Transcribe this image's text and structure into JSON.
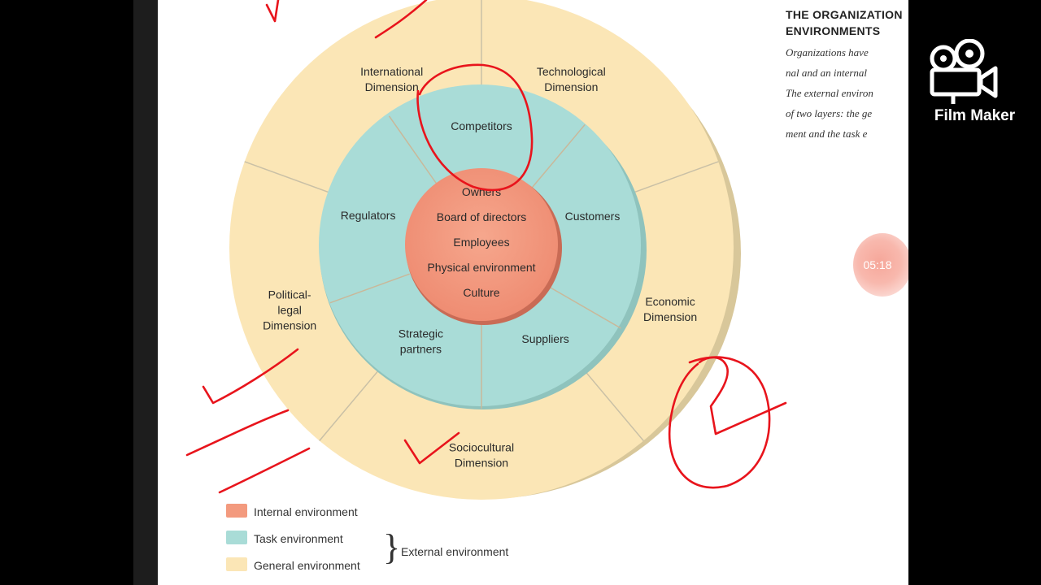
{
  "sidebar": {
    "heading": "THE ORGANIZATION\nENVIRONMENTS",
    "body": "Organizations have\nnal and an internal\nThe external environ\nof two layers: the ge\nment and the task e"
  },
  "diagram": {
    "general_segments": [
      {
        "label": "International\nDimension",
        "ang": -60
      },
      {
        "label": "Technological\nDimension",
        "ang": -120
      },
      {
        "label": "Economic\nDimension",
        "ang": 158
      },
      {
        "label": "Sociocultural\nDimension",
        "ang": 90
      },
      {
        "label": "Political-\nlegal\nDimension",
        "ang": 17
      }
    ],
    "task_segments": [
      {
        "label": "Competitors",
        "ang": -90
      },
      {
        "label": "Customers",
        "ang": -10
      },
      {
        "label": "Suppliers",
        "ang": 57
      },
      {
        "label": "Strategic\npartners",
        "ang": 120
      },
      {
        "label": "Regulators",
        "ang": 190
      }
    ],
    "internal_items": [
      "Owners",
      "Board of directors",
      "Employees",
      "Physical environment",
      "Culture"
    ]
  },
  "legend": {
    "items": [
      {
        "label": "Internal environment",
        "color": "#f39a7e"
      },
      {
        "label": "Task environment",
        "color": "#a9dcd7"
      },
      {
        "label": "General environment",
        "color": "#fbe6b6"
      }
    ],
    "group_label": "External environment"
  },
  "overlay": {
    "timestamp": "05:18"
  },
  "watermark": {
    "label": "Film Maker"
  },
  "colors": {
    "internal": "#f39a7e",
    "task": "#a9dcd7",
    "general": "#fbe6b6",
    "annotation": "#e8141c"
  },
  "icons": {
    "logo": "film-camera-icon"
  }
}
